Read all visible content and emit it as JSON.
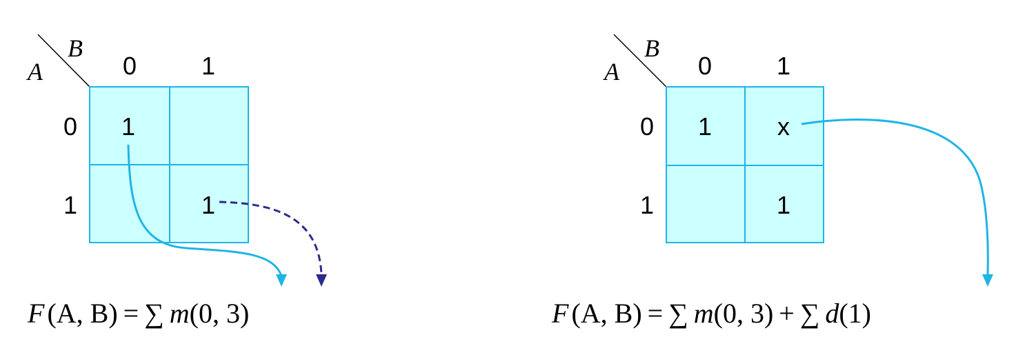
{
  "left_map": {
    "row_var": "A",
    "col_var": "B",
    "col_headers": [
      "0",
      "1"
    ],
    "row_headers": [
      "0",
      "1"
    ],
    "cells": [
      [
        "1",
        ""
      ],
      [
        "",
        "1"
      ]
    ],
    "equation": {
      "lhs": "F",
      "args": "(A, B)",
      "eq": "=",
      "sum": "∑",
      "m": "m",
      "m_args": "(0, 3)"
    }
  },
  "right_map": {
    "row_var": "A",
    "col_var": "B",
    "col_headers": [
      "0",
      "1"
    ],
    "row_headers": [
      "0",
      "1"
    ],
    "cells": [
      [
        "1",
        "x"
      ],
      [
        "",
        "1"
      ]
    ],
    "equation": {
      "lhs": "F",
      "args": "(A, B)",
      "eq": "=",
      "sum": "∑",
      "m": "m",
      "m_args": "(0, 3)",
      "plus": "+",
      "sum2": "∑",
      "d": "d",
      "d_args": "(1)"
    }
  },
  "colors": {
    "cell_fill": "#ccffff",
    "cell_border": "#1fb4e6",
    "arrow_solid": "#1fb4e6",
    "arrow_dashed": "#2b2b8c",
    "text": "#000000"
  }
}
